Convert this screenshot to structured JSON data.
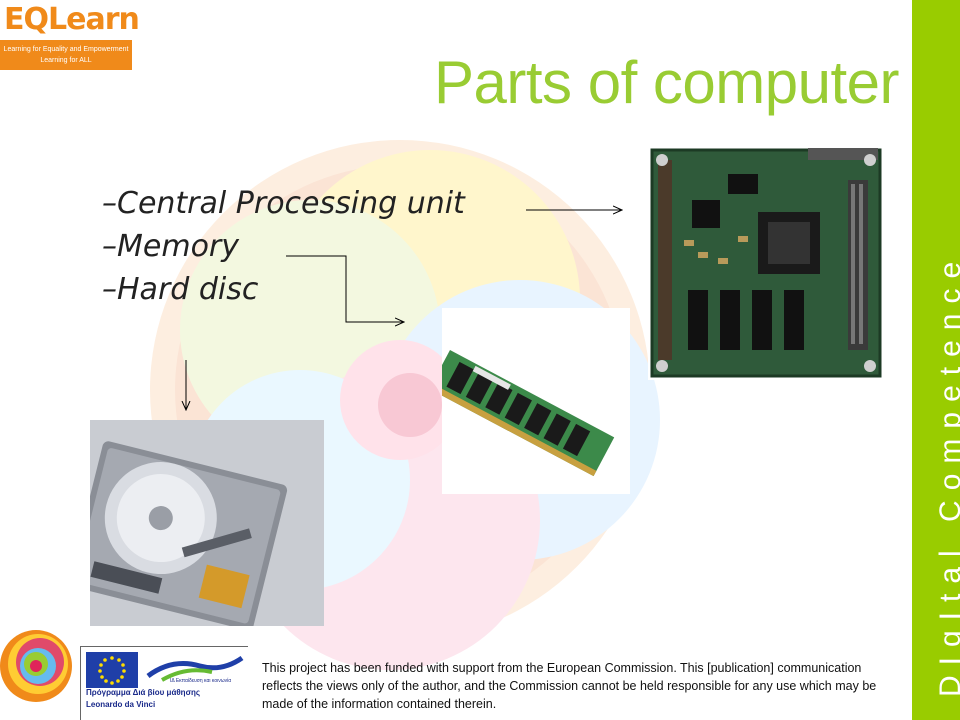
{
  "logo": {
    "eq": "EQ",
    "learn": "Learn",
    "tagline1": "Learning for Equality and Empowerment",
    "tagline2": "Learning for ALL"
  },
  "slide": {
    "title": "Parts of computer",
    "bullets": [
      "–Central Processing unit",
      "–Memory",
      "–Hard disc"
    ]
  },
  "sidebar": {
    "label": "DIgItal Competence"
  },
  "footer": {
    "eu_caption_line1": "Πρόγραμμα Διά βίου μάθησης",
    "eu_caption_line2": "Leonardo da Vinci",
    "eu_small": "ΙΔ Εκπαίδευση και κοινωνία",
    "disclaimer": "This project has been funded with support from the European Commission. This [publication] communication reflects the views only of the author, and the Commission cannot be held responsible for any use which may be made of the information contained therein."
  },
  "colors": {
    "title_green": "#99cc33",
    "sidebar_green": "#99cc00",
    "logo_orange": "#f08a1a"
  }
}
